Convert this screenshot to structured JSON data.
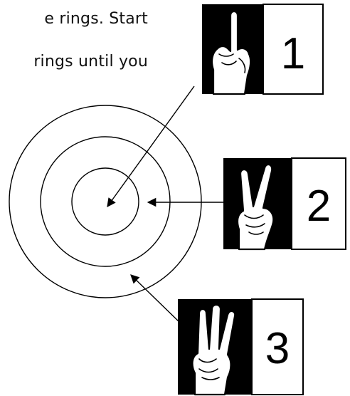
{
  "instructions": {
    "line1": "e rings. Start",
    "line2": "rings until you"
  },
  "cards": [
    {
      "number": "1",
      "gesture": "one-finger"
    },
    {
      "number": "2",
      "gesture": "two-fingers"
    },
    {
      "number": "3",
      "gesture": "three-fingers"
    }
  ],
  "colors": {
    "ink": "#000000",
    "background": "#ffffff"
  }
}
